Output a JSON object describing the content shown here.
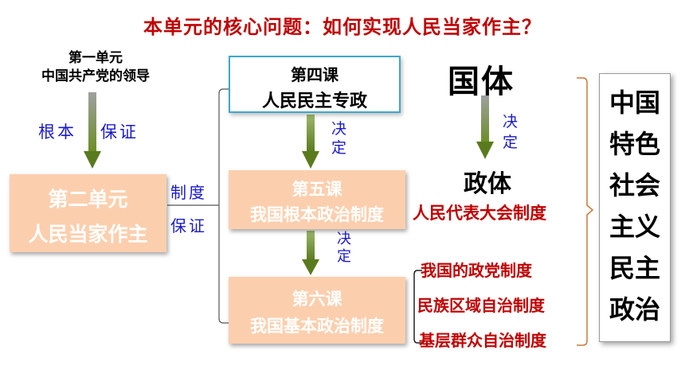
{
  "title": "本单元的核心问题：如何实现人民当家作主？",
  "unit1": {
    "line1": "第一单元",
    "line2": "中国共产党的领导"
  },
  "label_genben": "根本",
  "label_baozheng": "保证",
  "unit2": {
    "line1": "第二单元",
    "line2": "人民当家作主"
  },
  "side_label": {
    "line1": "制度",
    "line2": "保证"
  },
  "lesson4": {
    "line1": "第四课",
    "line2": "人民民主专政"
  },
  "lesson5": {
    "line1": "第五课",
    "line2": "我国根本政治制度"
  },
  "lesson6": {
    "line1": "第六课",
    "line2": "我国基本政治制度"
  },
  "jueding_1": {
    "c1": "决",
    "c2": "定"
  },
  "jueding_2": {
    "c1": "决",
    "c2": "定"
  },
  "jueding_3": {
    "c1": "决",
    "c2": "定"
  },
  "guoti": "国体",
  "zhengti": "政体",
  "npc": "人民代表大会制度",
  "basic_systems": [
    "我国的政党制度",
    "民族区域自治制度",
    "基层群众自治制度"
  ],
  "conclusion": [
    "中国",
    "特色",
    "社会",
    "主义",
    "民主",
    "政治"
  ],
  "colors": {
    "title_red": "#c00000",
    "arrow_green": "#6b8e23",
    "peach_box": "#fbcfae",
    "border_blue": "#3fa7c9",
    "verb_blue": "#1a1acc"
  }
}
